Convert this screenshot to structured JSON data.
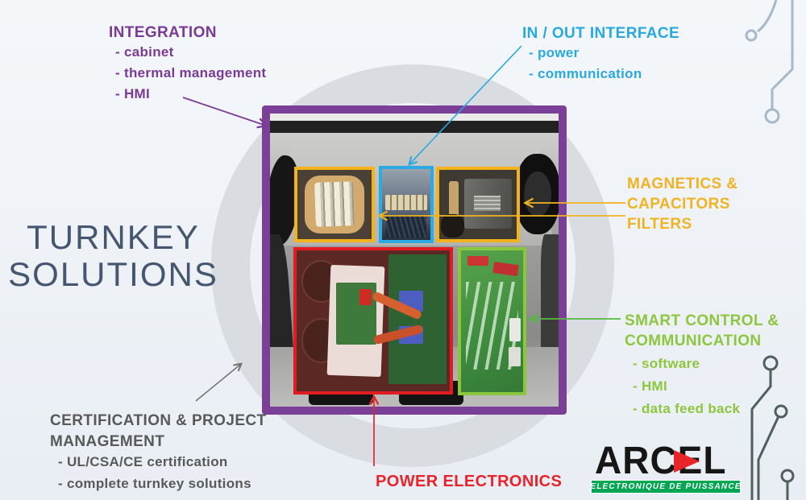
{
  "title": {
    "line1": "TURNKEY",
    "line2": "SOLUTIONS"
  },
  "callouts": {
    "integration": {
      "heading": "INTEGRATION",
      "items": [
        "- cabinet",
        "- thermal management",
        "- HMI"
      ]
    },
    "in_out_interface": {
      "heading": "IN / OUT INTERFACE",
      "items": [
        "- power",
        "- communication"
      ]
    },
    "magnetics": {
      "line1": "MAGNETICS &",
      "line2": "CAPACITORS",
      "line3": "FILTERS"
    },
    "smart_control": {
      "line1": "SMART CONTROL &",
      "line2": "COMMUNICATION",
      "items": [
        "- software",
        "- HMI",
        "- data feed back"
      ]
    },
    "certification": {
      "line1": "CERTIFICATION & PROJECT",
      "line2": "MANAGEMENT",
      "items": [
        "- UL/CSA/CE certification",
        "- complete turnkey solutions"
      ]
    },
    "power_electronics": {
      "heading": "POWER ELECTRONICS"
    }
  },
  "logo": {
    "brand": "ARCEL",
    "tagline": "ELECTRONIQUE DE PUISSANCE"
  },
  "colors": {
    "integration_purple": "#7a3b96",
    "in_out_cyan": "#29a9df",
    "magnetics_yellow": "#f0b323",
    "smart_green": "#8dc63f",
    "power_red": "#e5242b",
    "certification_gray": "#595959",
    "title_slate": "#46566e",
    "logo_green": "#00a651",
    "logo_red": "#e8262a",
    "photo_frame_purple": "#7b3f98"
  }
}
